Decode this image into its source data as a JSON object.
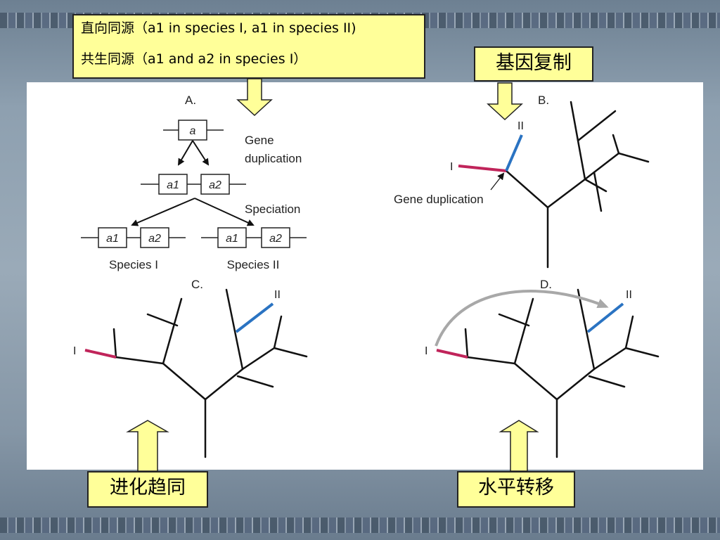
{
  "notes": {
    "line1": "直向同源（a1 in species I, a1 in species II)",
    "line2": "共生同源（a1 and a2  in species I）"
  },
  "labels": {
    "gene_dup": "基因复制",
    "convergence": "进化趋同",
    "horizontal": "水平转移"
  },
  "panelA": {
    "title": "A.",
    "gene_a": "a",
    "gene_dup_text1": "Gene",
    "gene_dup_text2": "duplication",
    "a1": "a1",
    "a2": "a2",
    "speciation": "Speciation",
    "species1": "Species I",
    "species2": "Species II"
  },
  "panelB": {
    "title": "B.",
    "branch1": "I",
    "branch2": "II",
    "gene_dup_label": "Gene duplication"
  },
  "panelC": {
    "title": "C.",
    "branch1": "I",
    "branch2": "II"
  },
  "panelD": {
    "title": "D.",
    "branch1": "I",
    "branch2": "II"
  },
  "colors": {
    "red_branch": "#c0245a",
    "blue_branch": "#2a73c2",
    "arrow_yellow": "#ffff99",
    "curve_gray": "#a8a8a8"
  }
}
